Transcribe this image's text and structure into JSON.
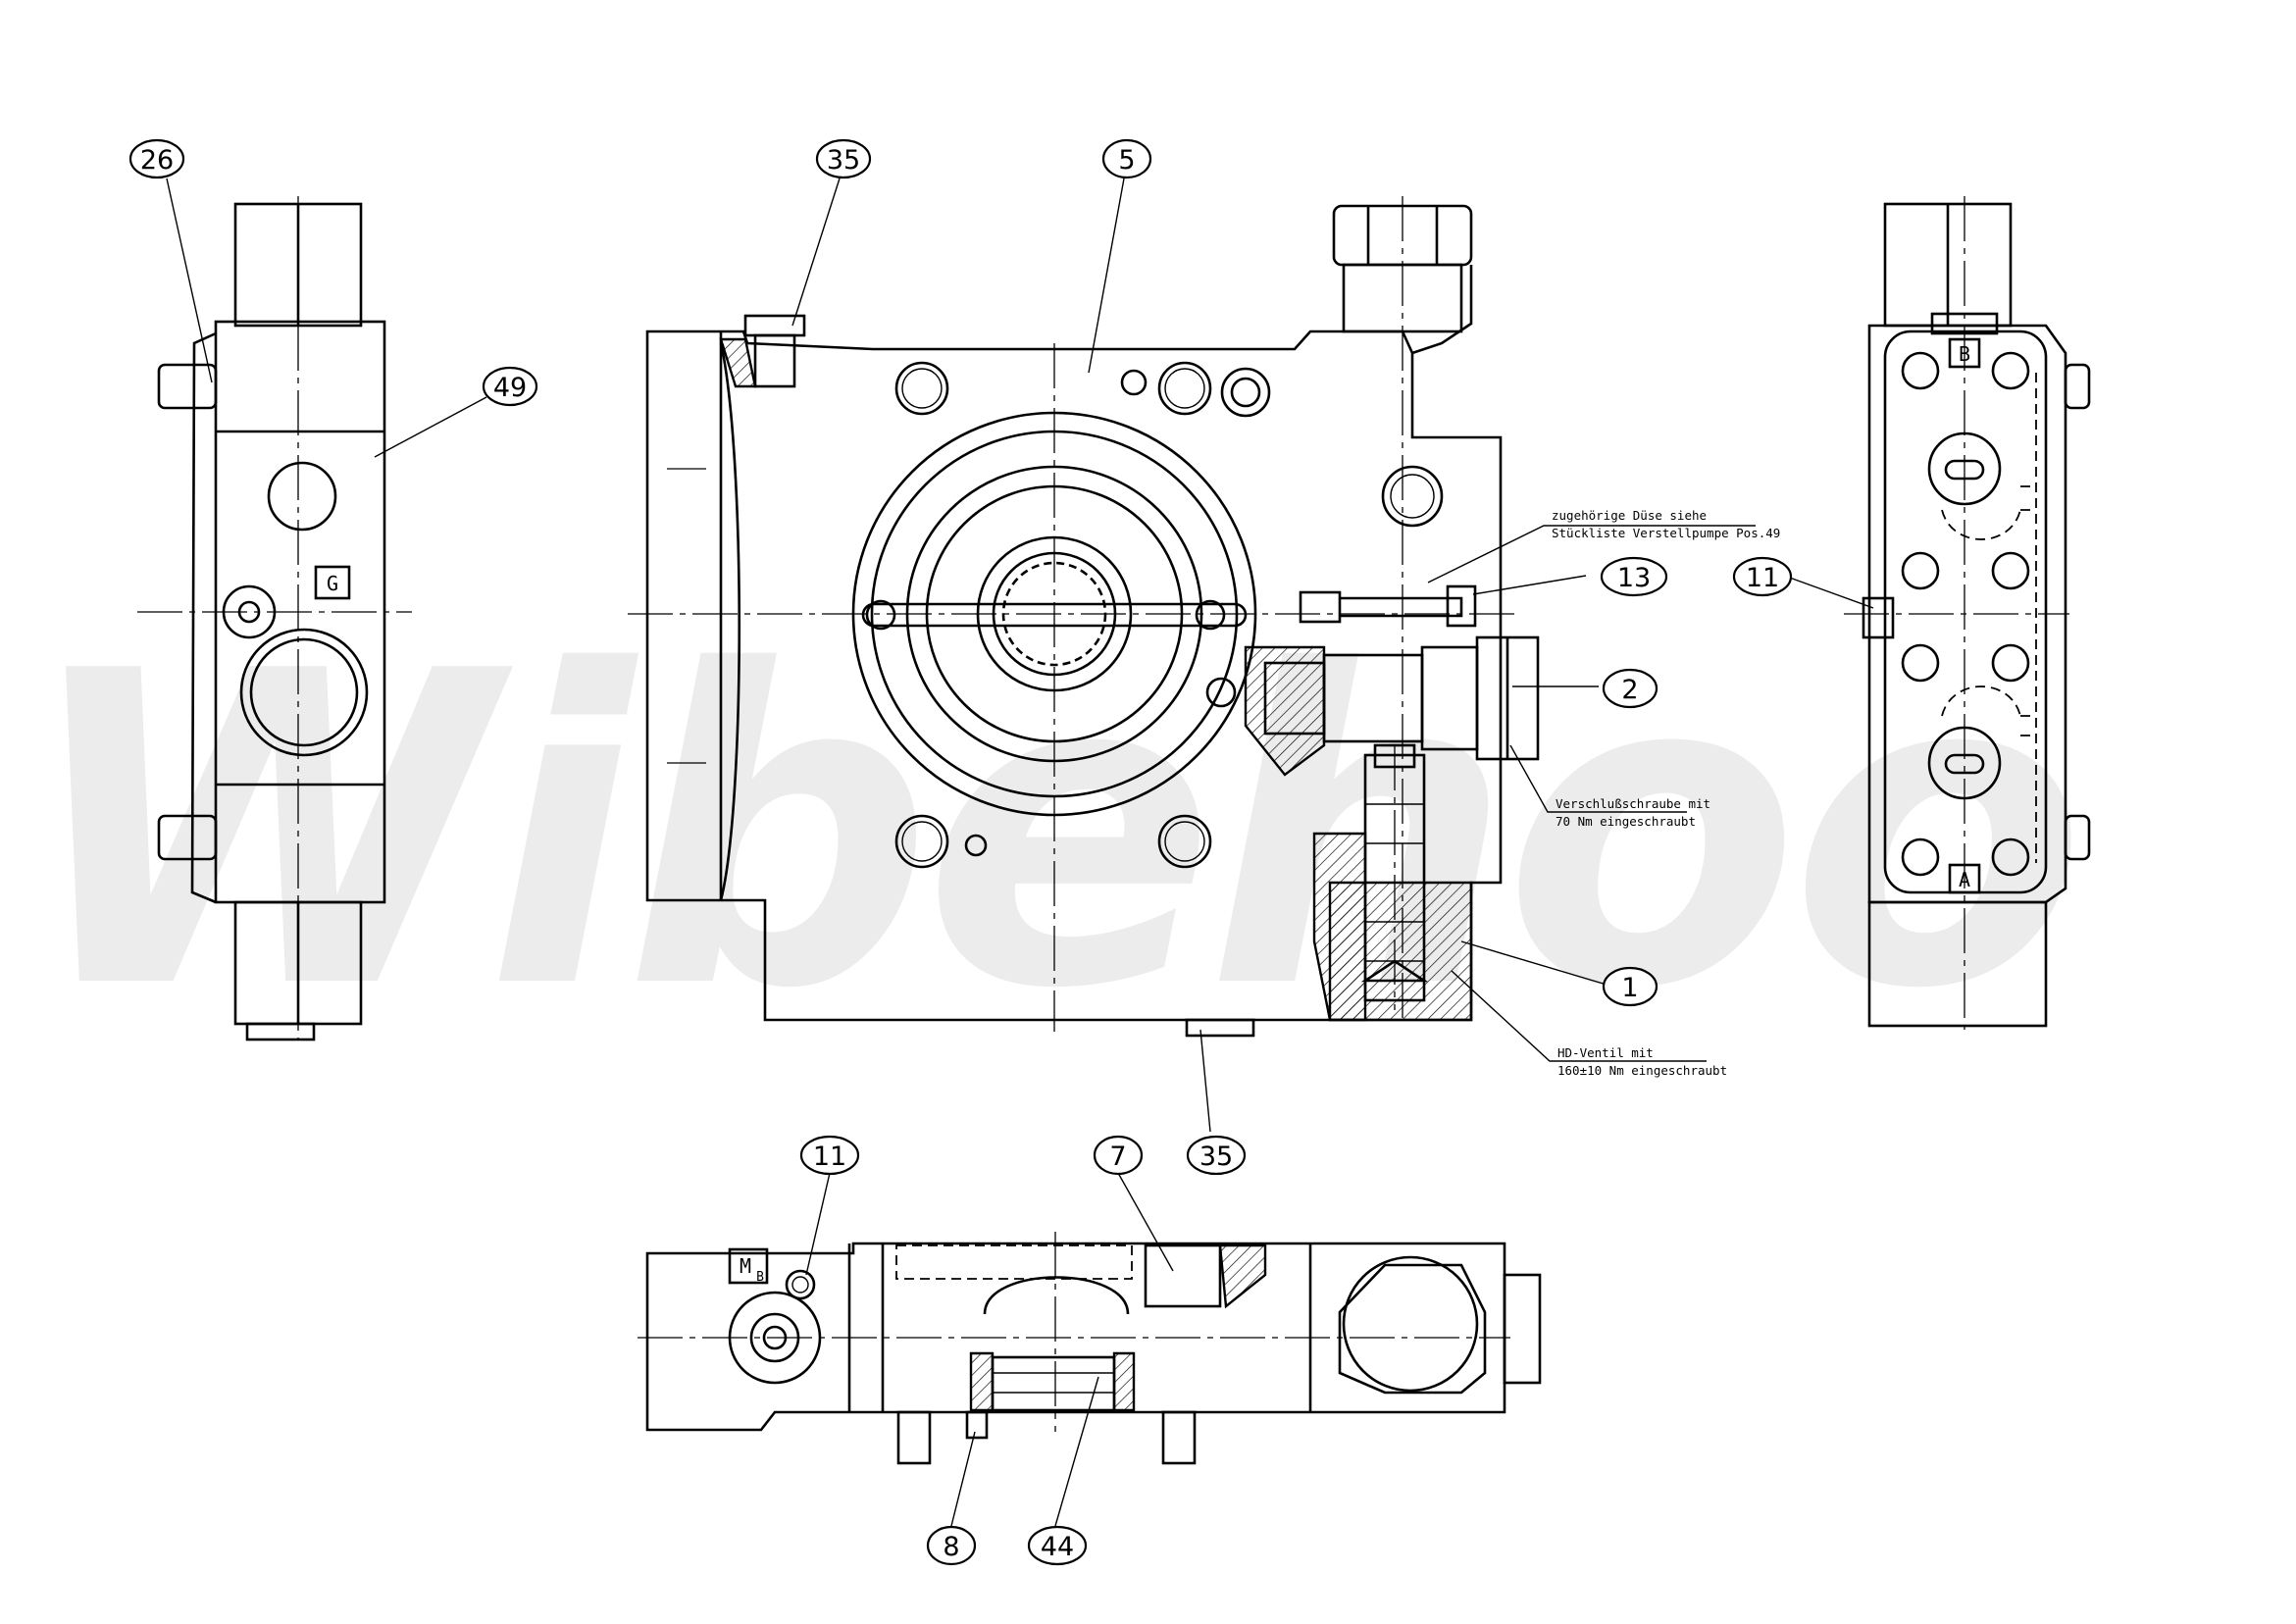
{
  "watermark": "Wibehoo",
  "balloons": {
    "b26": "26",
    "b49": "49",
    "b35_top": "35",
    "b5": "5",
    "b13": "13",
    "b2": "2",
    "b1": "1",
    "b35_bottom": "35",
    "b11_right": "11",
    "b11_bottom": "11",
    "b7": "7",
    "b8": "8",
    "b44": "44"
  },
  "ports": {
    "g": "G",
    "b": "B",
    "a": "A",
    "mb_main": "M",
    "mb_sub": "B"
  },
  "notes": {
    "nozzle_line1": "zugehörige Düse siehe",
    "nozzle_line2": "Stückliste Verstellpumpe Pos.49",
    "plug_line1": "Verschlußschraube mit",
    "plug_line2": "70 Nm eingeschraubt",
    "valve_line1": "HD-Ventil mit",
    "valve_line2": "160±10 Nm eingeschraubt"
  }
}
